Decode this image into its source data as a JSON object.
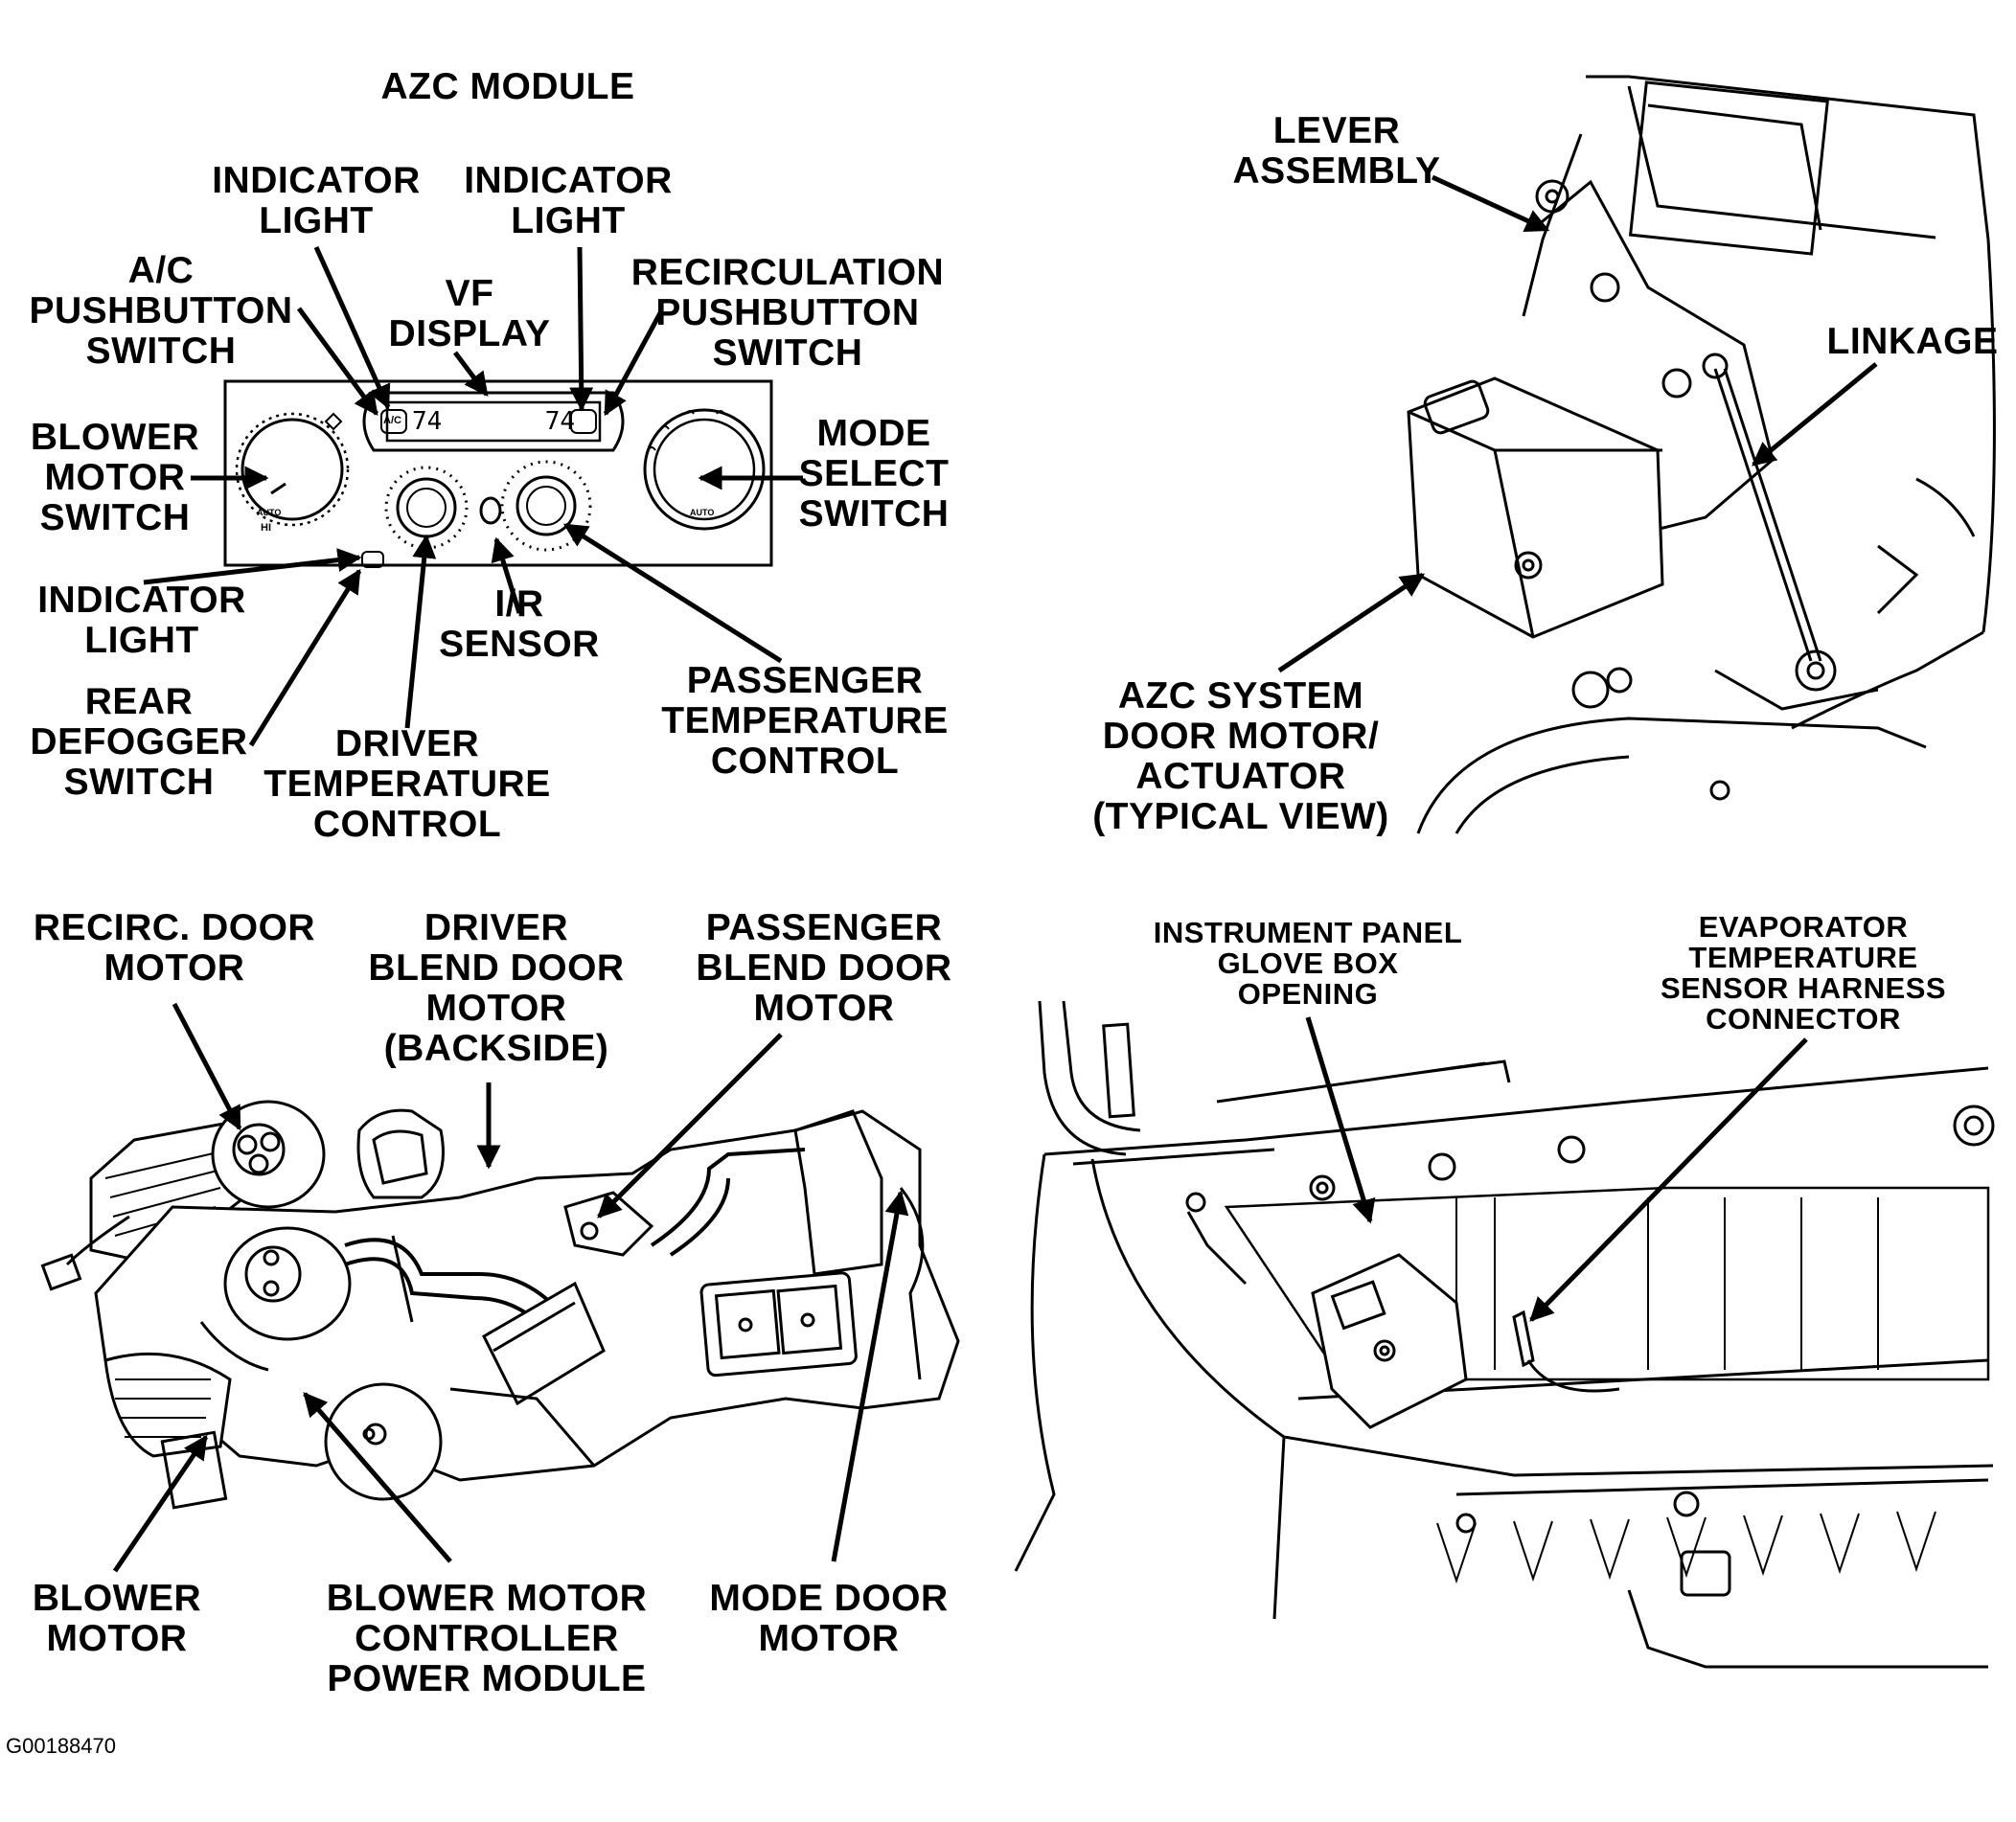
{
  "figure_id": "G00188470",
  "panels": {
    "azc_module": {
      "title": "AZC MODULE",
      "labels": {
        "indicator_light_1": "INDICATOR\nLIGHT",
        "indicator_light_2": "INDICATOR\nLIGHT",
        "ac_pushbutton": "A/C\nPUSHBUTTON\nSWITCH",
        "vf_display": "VF\nDISPLAY",
        "recirculation_pushbutton": "RECIRCULATION\nPUSHBUTTON\nSWITCH",
        "blower_motor_switch": "BLOWER\nMOTOR\nSWITCH",
        "mode_select_switch": "MODE\nSELECT\nSWITCH",
        "indicator_light_3": "INDICATOR\nLIGHT",
        "ir_sensor": "I/R\nSENSOR",
        "rear_defogger": "REAR\nDEFOGGER\nSWITCH",
        "driver_temp": "DRIVER\nTEMPERATURE\nCONTROL",
        "passenger_temp": "PASSENGER\nTEMPERATURE\nCONTROL"
      },
      "display": {
        "left_temp": "74",
        "right_temp": "74",
        "ac_button": "A/C",
        "auto_left": "AUTO",
        "auto_right": "AUTO",
        "hi": "HI"
      }
    },
    "door_actuator": {
      "labels": {
        "lever_assembly": "LEVER\nASSEMBLY",
        "linkage": "LINKAGE",
        "azc_door_motor": "AZC SYSTEM\nDOOR MOTOR/\nACTUATOR\n(TYPICAL VIEW)"
      }
    },
    "hvac_housing": {
      "labels": {
        "recirc_door_motor": "RECIRC. DOOR\nMOTOR",
        "driver_blend_door": "DRIVER\nBLEND DOOR\nMOTOR\n(BACKSIDE)",
        "passenger_blend_door": "PASSENGER\nBLEND DOOR\nMOTOR",
        "blower_motor": "BLOWER\nMOTOR",
        "blower_controller": "BLOWER MOTOR\nCONTROLLER\nPOWER MODULE",
        "mode_door_motor": "MODE DOOR\nMOTOR"
      }
    },
    "glove_box": {
      "labels": {
        "ip_glove_box": "INSTRUMENT PANEL\nGLOVE BOX\nOPENING",
        "evap_sensor": "EVAPORATOR\nTEMPERATURE\nSENSOR HARNESS\nCONNECTOR"
      }
    }
  }
}
